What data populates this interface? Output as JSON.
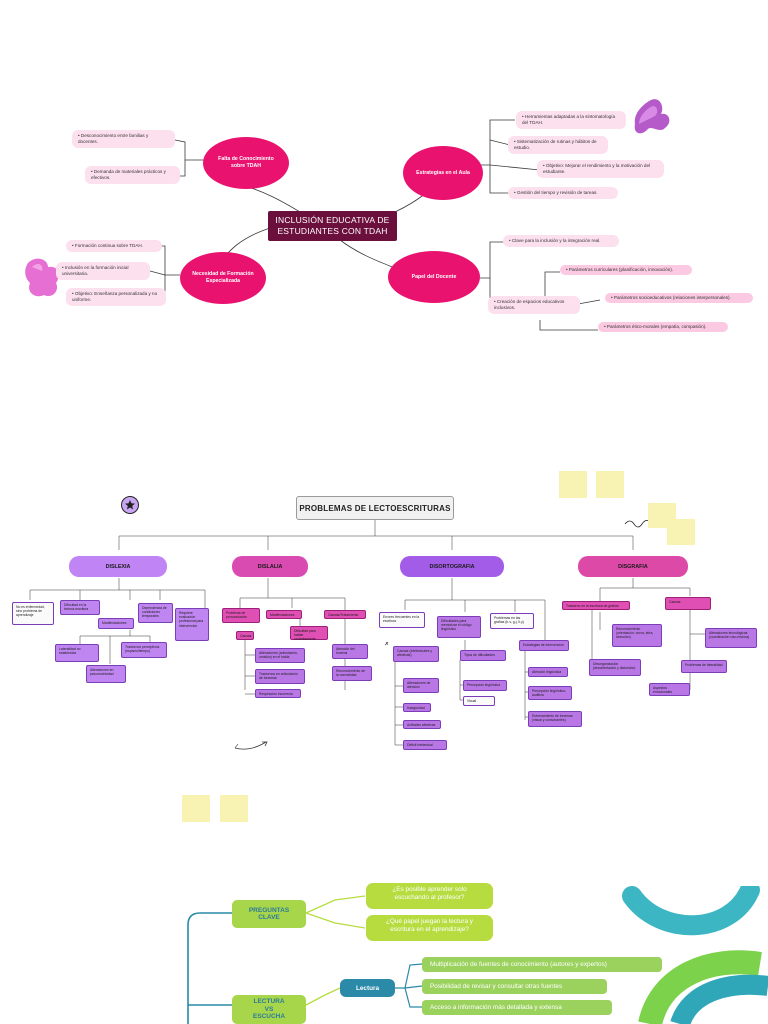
{
  "map1": {
    "center": [
      "INCLUSIÓN EDUCATIVA DE",
      "ESTUDIANTES CON TDAH"
    ],
    "nodes": {
      "falta": "Falta de Conocimiento sobre TDAH",
      "estrategias": "Estrategias en el Aula",
      "necesidad": "Necesidad de Formación Especializada",
      "papel": "Papel del Docente"
    },
    "falta_leaves": [
      "Desconocimiento entre familias y docentes.",
      "Demanda de materiales prácticos y efectivos."
    ],
    "estrategias_leaves": [
      "Herramientas adaptadas a la sintomatología del TDAH.",
      "Sistematización de rutinas y hábitos de estudio.",
      "Objetivo: Mejorar el rendimiento y la motivación del estudiante.",
      "Gestión del tiempo y revisión de tareas."
    ],
    "necesidad_leaves": [
      "Formación continua sobre TDAH.",
      "Inclusión en la formación inicial universitaria.",
      "Objetivo: Enseñanza personalizada y no uniforme."
    ],
    "papel_leaves": [
      "Clave para la inclusión y la integración real.",
      "Creación de espacios educativos inclusivos."
    ],
    "papel_sub": [
      "Parámetros curriculares (planificación, innovación).",
      "Parámetros socioeducativos (relaciones interpersonales).",
      "Parámetros ético-morales (empatía, compasión)."
    ]
  },
  "map2": {
    "title": "PROBLEMAS DE LECTOESCRITURAS",
    "categories": [
      "DISLEXIA",
      "DISLALIA",
      "DISORTOGRAFIA",
      "DISGRAFIA"
    ],
    "dislexia": {
      "row1": [
        "No es enfermedad, sino problema de aprendizaje",
        "Dificultad en la lectura-escritura",
        "Manifestaciones",
        "Dependencia de condiciones temporales",
        "Requiere evaluación profesional para intervención"
      ],
      "row2": [
        "Lateralidad no establecida",
        "Trastornos perceptivos (espacio/tiempo)",
        "Alteraciones en psicomotricidad"
      ]
    },
    "dislalia": {
      "row1": [
        "Problema de pronunciación",
        "Manifestaciones",
        "Causas/Tratamiento"
      ],
      "row2": [
        "Causas",
        "Dificultad para hablar correctamente"
      ],
      "col": [
        "Alteraciones (articulación, omisión) en el habla",
        "Trastornos en articulación de fonemas",
        "Respiración incorrecta"
      ],
      "right": [
        "Atención del fonema",
        "Reconocimiento de la normalidad"
      ]
    },
    "disortografia": {
      "row1": [
        "Errores frecuentes en la escritura",
        "Dificultades para memorizar el código lingüístico",
        "Problemas en las grafías (b-v, g-j, ll-y)"
      ],
      "causas": "Causas (intelectuales y afectivas)",
      "causas_children": [
        "Alteraciones de atención",
        "Inseguridad",
        "Actitudes afectivas",
        "Déficit intelectual"
      ],
      "tipos": "Tipos de dificultades",
      "tipos_children": [
        "Percepción lingüística",
        "Visual"
      ],
      "estrategias": "Estrategias de intervención",
      "estrategias_children": [
        "Atención lingüística",
        "Percepción lingüístico-auditiva",
        "Entrenamiento de fonemas (visual y consonantes)"
      ]
    },
    "disgrafia": {
      "row1": [
        "Trastorno en la escritura de grafías",
        "Causas"
      ],
      "left": [
        "Reconocimiento (orientación, curva, letra, dirección)",
        "Desorganización (desorientación y distorsión)"
      ],
      "right": [
        "Alteraciones tecnológicas (coordinación viso-motora)",
        "Problemas de lateralidad",
        "Aspectos emocionales"
      ]
    }
  },
  "map3": {
    "preguntas": [
      "PREGUNTAS",
      "CLAVE"
    ],
    "q1": [
      "¿Es posible aprender solo",
      "escuchando al profesor?"
    ],
    "q2": [
      "¿Qué papel juegan la lectura y",
      "escritura en el aprendizaje?"
    ],
    "lectura_vs": [
      "LECTURA",
      "VS",
      "ESCUCHA"
    ],
    "lectura": "Lectura",
    "lectura_items": [
      "Multiplicación de fuentes de conocimiento (autores y expertos)",
      "Posibilidad de revisar y consultar otras fuentes",
      "Acceso a información más detallada y extensa"
    ]
  },
  "colors": {
    "map1_center": "#6b0f3c",
    "map1_node": "#e9136f",
    "map1_leaf": "#fde0ee",
    "map2_purple": "#bf85f0",
    "map2_pink": "#e04fb4",
    "map3_green": "#a8d64a",
    "map3_teal": "#2a8aa8"
  },
  "icons": [
    "star-badge-icon",
    "pink-ribbon-decoration",
    "sticky-note",
    "squiggle-arrow",
    "teal-arc-decoration"
  ]
}
